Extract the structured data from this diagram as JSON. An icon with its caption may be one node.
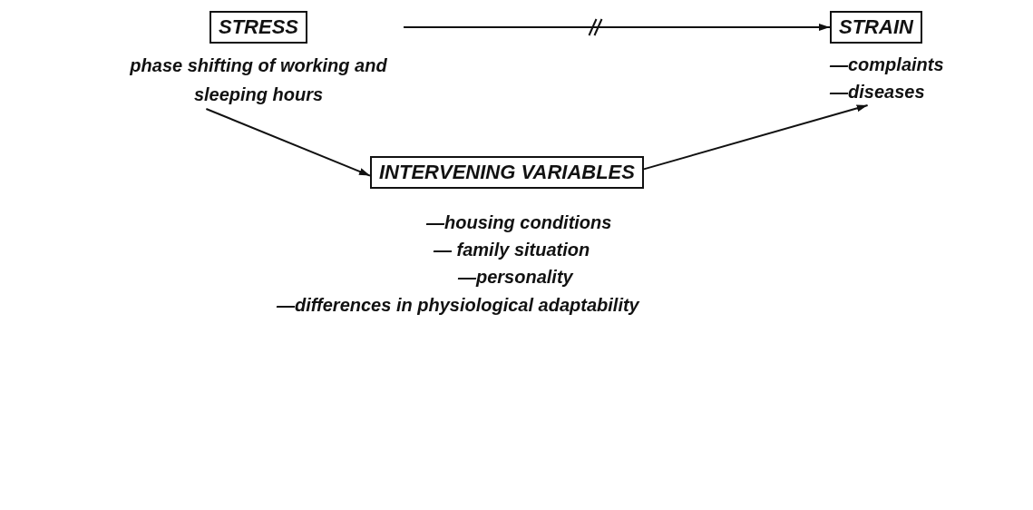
{
  "diagram": {
    "nodes": [
      {
        "text": [
          "STRESS"
        ],
        "beside": [
          "phase shifting of working and sleeping hours"
        ]
      },
      {
        "text": [
          "STRAIN"
        ],
        "beside": [
          "—complaints",
          "—diseases"
        ]
      },
      {
        "text": [
          "INTERVENING VARIABLES"
        ],
        "beside": [
          "—housing conditions",
          "— family situation",
          "—personality",
          "—differences in physiological adaptability"
        ]
      }
    ],
    "edges": [
      {
        "from": 0,
        "to": 1,
        "arrow": "to"
      },
      {
        "from": 0,
        "to": 2,
        "arrow": "to"
      },
      {
        "from": 2,
        "to": 1,
        "arrow": "to"
      }
    ]
  }
}
